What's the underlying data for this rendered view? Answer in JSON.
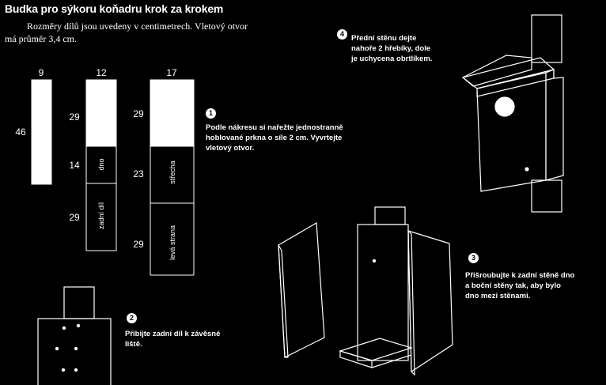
{
  "title": "Budka pro sýkoru koňadru krok za krokem",
  "intro": {
    "line1": "Rozměry dílů jsou uvedeny v centimetrech. Vletový otvor",
    "line2": "má průměr 3,4 cm."
  },
  "dimensions": {
    "col1_width": "9",
    "col2_width": "12",
    "col3_width": "17",
    "col1_height": "46",
    "col2_h1": "29",
    "col2_h2": "14",
    "col2_h3": "29",
    "col3_h1": "29",
    "col3_h2": "23",
    "col3_h3": "29"
  },
  "part_labels": {
    "dno": "dno",
    "zadni_dil": "zadní díl",
    "strecha": "střecha",
    "leva_strana": "levá strana"
  },
  "steps": [
    {
      "number": "1",
      "lines": [
        "Podle nákresu si nařežte jednostranně",
        "hoblované prkna o síle 2 cm. Vyvrtejte",
        "vletový otvor."
      ]
    },
    {
      "number": "2",
      "lines": [
        "Přibijte zadní díl k závěsné",
        "liště."
      ]
    },
    {
      "number": "3",
      "lines": [
        "Přišroubujte k zadní stěně dno",
        "a boční stěny tak, aby bylo",
        "dno mezi stěnami."
      ]
    },
    {
      "number": "4",
      "lines": [
        "Přední stěnu dejte",
        "nahoře 2 hřebíky, dole",
        "je uchycena obrtlíkem."
      ]
    }
  ]
}
